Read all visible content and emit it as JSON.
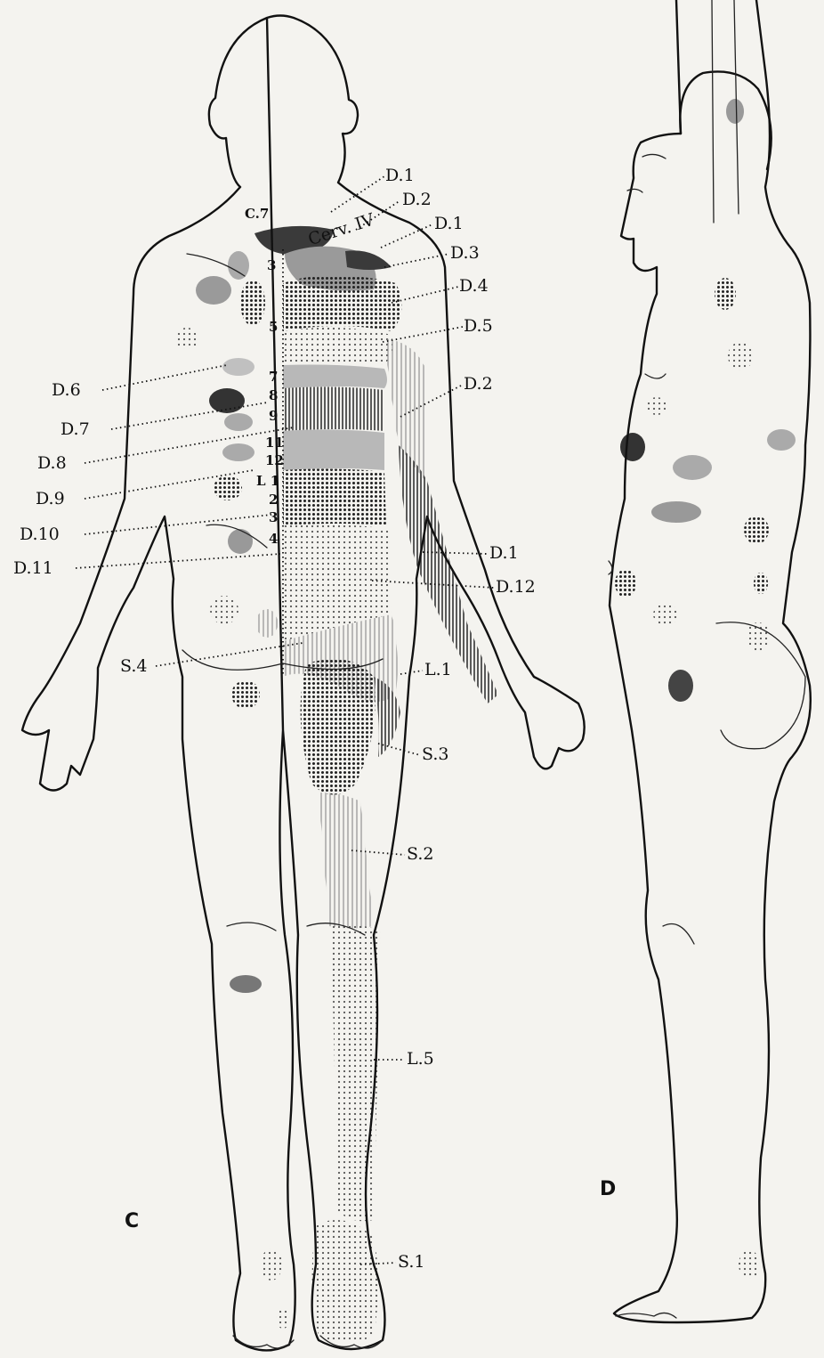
{
  "figure_letters": {
    "left": "C",
    "right": "D"
  },
  "segment_numbers": [
    "C.7",
    "3",
    "5",
    "7",
    "8",
    "9",
    "11",
    "12",
    "L 1",
    "2",
    "3",
    "4"
  ],
  "labels_right": [
    "D.1",
    "D.2",
    "Cerv. IV",
    "D.1",
    "D.3",
    "D.4",
    "D.5",
    "D.2",
    "D.1",
    "D.12",
    "L.1",
    "S.3",
    "S.2",
    "L.5",
    "S.1"
  ],
  "labels_left": [
    "D.6",
    "D.7",
    "D.8",
    "D.9",
    "D.10",
    "D.11",
    "S.4"
  ],
  "colors": {
    "ink": "#111111",
    "paper": "#f4f3ef",
    "zone_dark": "#3a3a3a",
    "zone_mid": "#8a8a8a",
    "zone_light": "#b8b8b8"
  }
}
